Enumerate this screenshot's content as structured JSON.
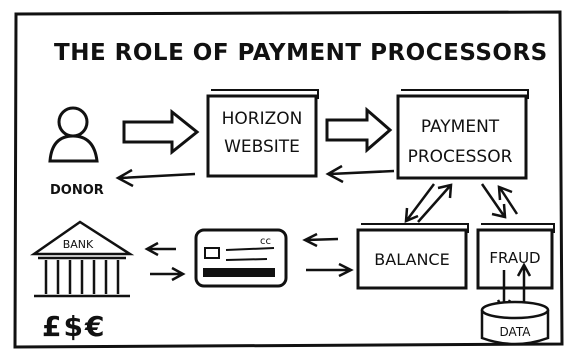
{
  "title": "THE ROLE OF PAYMENT PROCESSORS",
  "nodes": {
    "donor": "DONOR",
    "website_line1": "HORIZON",
    "website_line2": "WEBSITE",
    "processor_line1": "PAYMENT",
    "processor_line2": "PROCESSOR",
    "bank": "BANK",
    "balance": "BALANCE",
    "fraud": "FRAUD",
    "data": "DATA",
    "card_mark": "cc",
    "currencies": "£$€"
  },
  "icons": {
    "donor": "person-icon",
    "bank": "bank-building-icon",
    "card": "credit-card-icon",
    "data": "database-cylinder-icon"
  }
}
